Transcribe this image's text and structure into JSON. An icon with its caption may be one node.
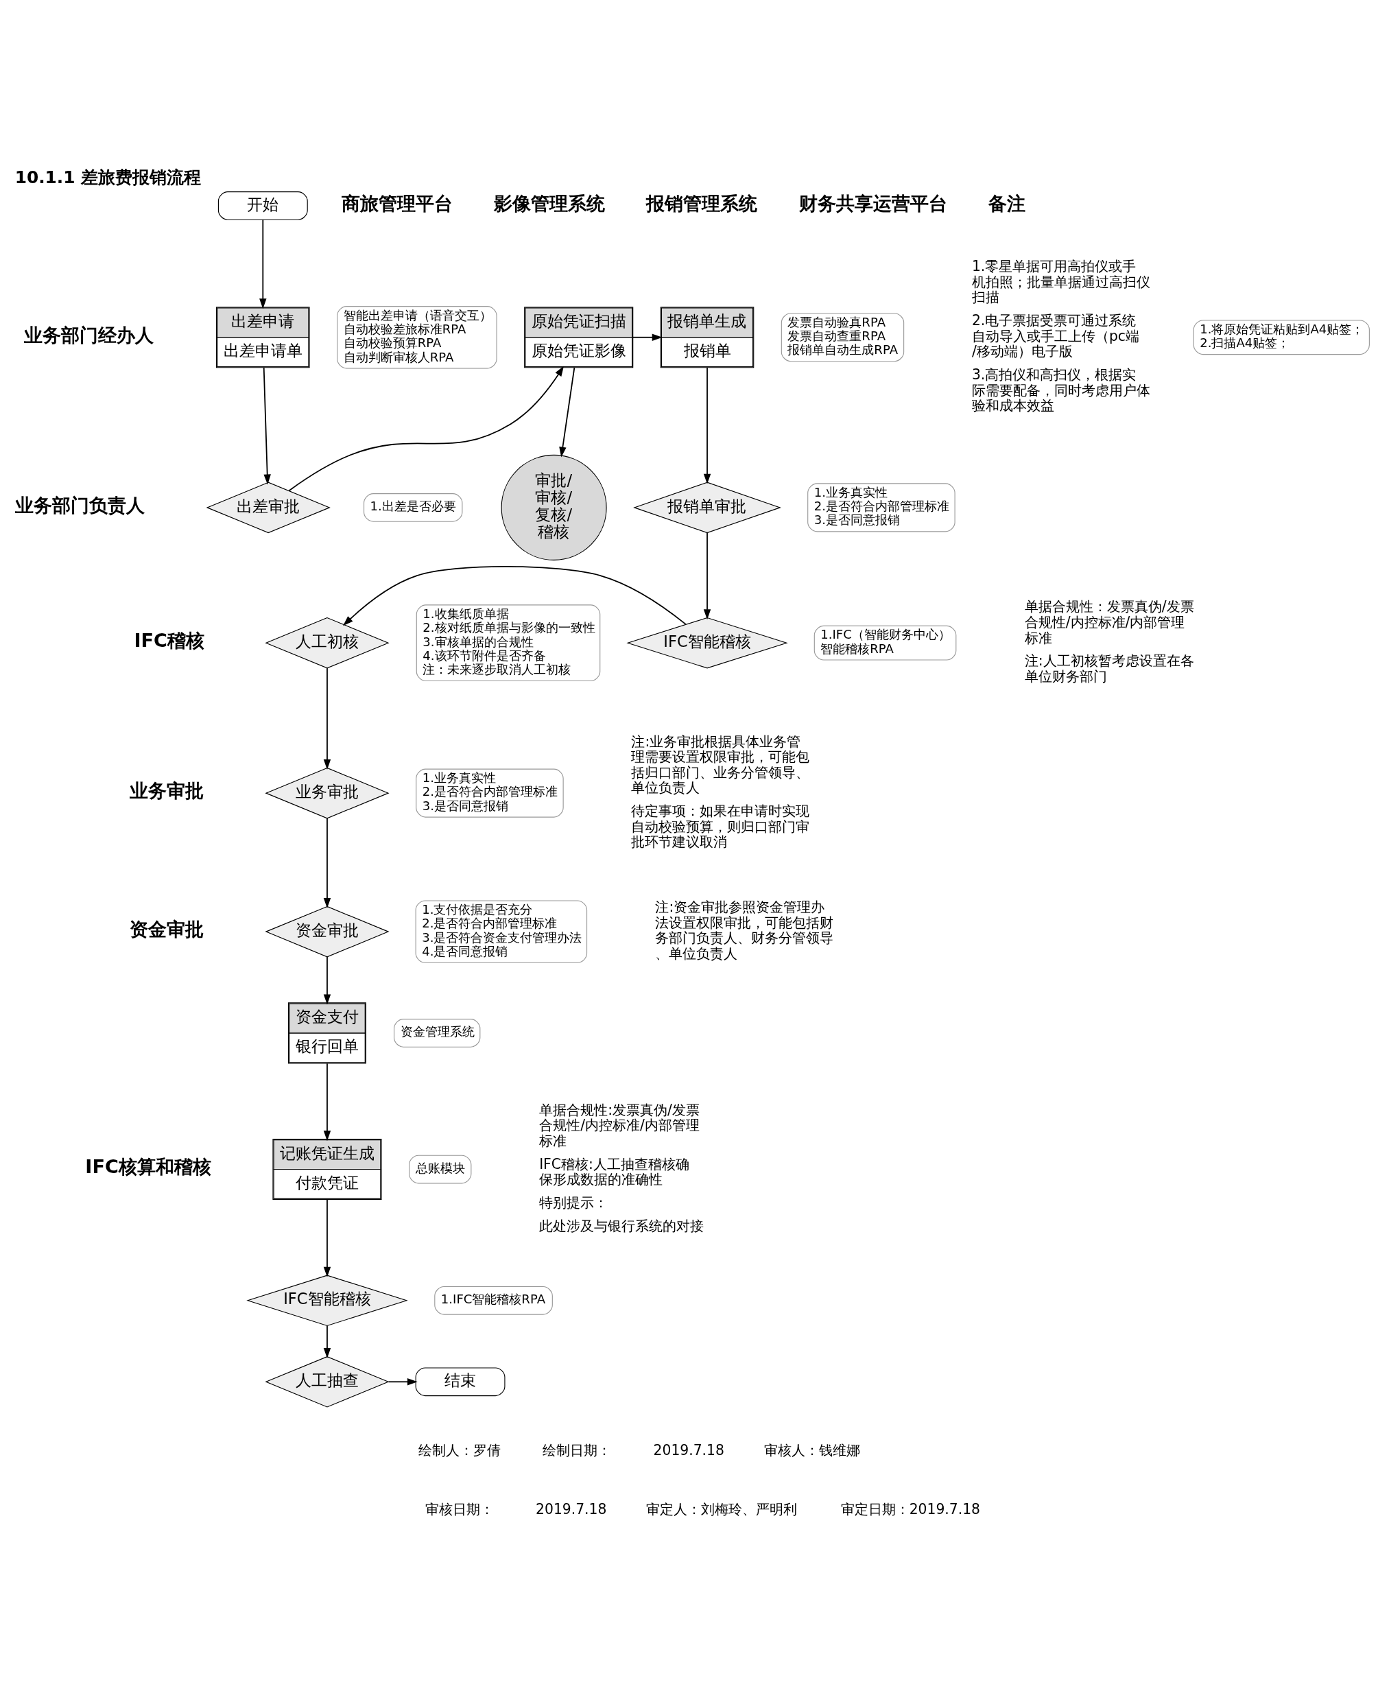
{
  "diagram": {
    "title": "10.1.1 差旅费报销流程",
    "nodes": [
      {
        "text": [
          "开始"
        ]
      },
      {
        "text": [
          "出差申请",
          "出差申请单"
        ],
        "beside": [
          "智能出差申请（语音交互）",
          "自动校验差旅标准RPA",
          "自动校验预算RPA",
          "自动判断审核人RPA"
        ]
      },
      {
        "text": [
          "出差审批"
        ],
        "beside": [
          "1.出差是否必要"
        ]
      },
      {
        "text": [
          "原始凭证扫描",
          "原始凭证影像"
        ],
        "beside": [
          "1.将原始凭证粘贴到A4贴签；",
          "2.扫描A4贴签；"
        ]
      },
      {
        "text": [
          "审批/审核/复核/稽核"
        ]
      },
      {
        "text": [
          "报销单生成",
          "报销单"
        ],
        "beside": [
          "发票自动验真RPA",
          "发票自动查重RPA",
          "报销单自动生成RPA"
        ]
      },
      {
        "text": [
          "报销单审批"
        ],
        "beside": [
          "1.业务真实性",
          "2.是否符合内部管理标准",
          "3.是否同意报销"
        ]
      },
      {
        "text": [
          "IFC智能稽核"
        ],
        "beside": [
          "1.IFC（智能财务中心）",
          "智能稽核RPA"
        ]
      },
      {
        "text": [
          "人工初核"
        ],
        "beside": [
          "1.收集纸质单据",
          "2.核对纸质单据与影像的一致性",
          "3.审核单据的合规性",
          "4.该环节附件是否齐备",
          "注：未来逐步取消人工初核"
        ]
      },
      {
        "text": [
          "业务审批"
        ],
        "beside": [
          "1.业务真实性",
          "2.是否符合内部管理标准",
          "3.是否同意报销"
        ]
      },
      {
        "text": [
          "资金审批"
        ],
        "beside": [
          "1.支付依据是否充分",
          "2.是否符合内部管理标准",
          "3.是否符合资金支付管理办法",
          "4.是否同意报销"
        ]
      },
      {
        "text": [
          "资金支付",
          "银行回单"
        ],
        "beside": [
          "资金管理系统"
        ]
      },
      {
        "text": [
          "记账凭证生成",
          "付款凭证"
        ],
        "beside": [
          "总账模块"
        ]
      },
      {
        "text": [
          "IFC智能稽核"
        ],
        "beside": [
          "1.IFC智能稽核RPA"
        ]
      },
      {
        "text": [
          "人工抽查"
        ]
      },
      {
        "text": [
          "结束"
        ]
      }
    ],
    "edges": [
      {
        "from": 0,
        "to": 1,
        "arrow": "to"
      },
      {
        "from": 1,
        "to": 2,
        "arrow": "to"
      },
      {
        "from": 2,
        "to": 3,
        "arrow": "to"
      },
      {
        "from": 3,
        "to": 4,
        "arrow": "to"
      },
      {
        "from": 3,
        "to": 5,
        "arrow": "to"
      },
      {
        "from": 5,
        "to": 6,
        "arrow": "to"
      },
      {
        "from": 6,
        "to": 7,
        "arrow": "to"
      },
      {
        "from": 7,
        "to": 8,
        "arrow": "to"
      },
      {
        "from": 8,
        "to": 9,
        "arrow": "to"
      },
      {
        "from": 9,
        "to": 10,
        "arrow": "to"
      },
      {
        "from": 10,
        "to": 11,
        "arrow": "to"
      },
      {
        "from": 11,
        "to": 12,
        "arrow": "to"
      },
      {
        "from": 12,
        "to": 13,
        "arrow": "to"
      },
      {
        "from": 13,
        "to": 14,
        "arrow": "to"
      },
      {
        "from": 14,
        "to": 15,
        "arrow": "to"
      }
    ],
    "labels": [
      "商旅管理平台",
      "影像管理系统",
      "报销管理系统",
      "财务共享运营平台",
      "备注",
      "业务部门经办人",
      "业务部门负责人",
      "IFC稽核",
      "业务审批",
      "资金审批",
      "IFC核算和稽核",
      "1.零星单据可用高拍仪或手机拍照；批量单据通过高扫仪扫描",
      "2.电子票据受票可通过系统自动导入或手工上传（pc端/移动端）电子版",
      "3.高拍仪和高扫仪，根据实际需要配备，同时考虑用户体验和成本效益",
      "单据合规性：发票真伪/发票合规性/内控标准/内部管理标准",
      "注:人工初核暂考虑设置在各单位财务部门",
      "注:业务审批根据具体业务管理需要设置权限审批，可能包括归口部门、业务分管领导、单位负责人",
      "待定事项：如果在申请时实现自动校验预算，则归口部门审批环节建议取消",
      "注:资金审批参照资金管理办法设置权限审批，可能包括财务部门负责人、财务分管领导、单位负责人",
      "单据合规性:发票真伪/发票合规性/内控标准/内部管理标准",
      "IFC稽核:人工抽查稽核确保形成数据的准确性",
      "特别提示：",
      "此处涉及与银行系统的对接",
      "绘制人：罗倩",
      "绘制日期：",
      "2019.7.18",
      "审核人：钱维娜",
      "审核日期：",
      "2019.7.18",
      "审定人：刘梅玲、严明利",
      "审定日期：2019.7.18"
    ]
  }
}
